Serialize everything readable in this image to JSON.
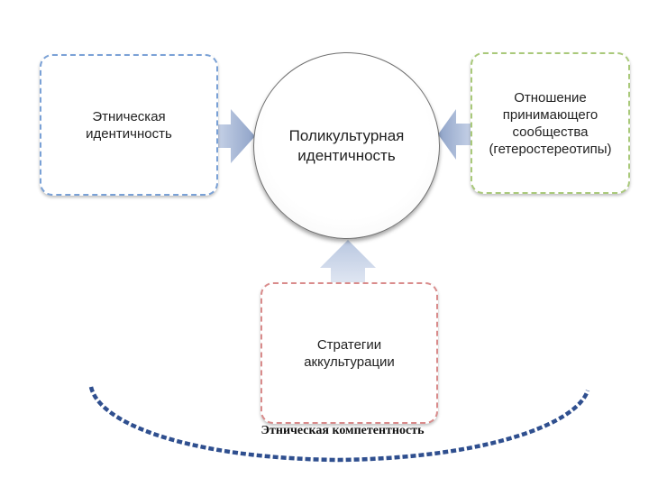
{
  "nodes": {
    "left": {
      "text": "Этническая\nидентичность",
      "border_color": "#7aa1d6"
    },
    "center": {
      "text": "Поликультурная\nидентичность",
      "border_color": "#6f6f6f"
    },
    "right": {
      "text": "Отношение\nпринимающего\nсообщества\n(гетеростереотипы)",
      "border_color": "#a9c97a"
    },
    "bottom": {
      "text": "Стратегии\nаккультурации",
      "border_color": "#d98b8b"
    }
  },
  "arrow_color": "#a9b9d6",
  "arc_color": "#2f4f8f",
  "caption": "Этническая компетентность"
}
